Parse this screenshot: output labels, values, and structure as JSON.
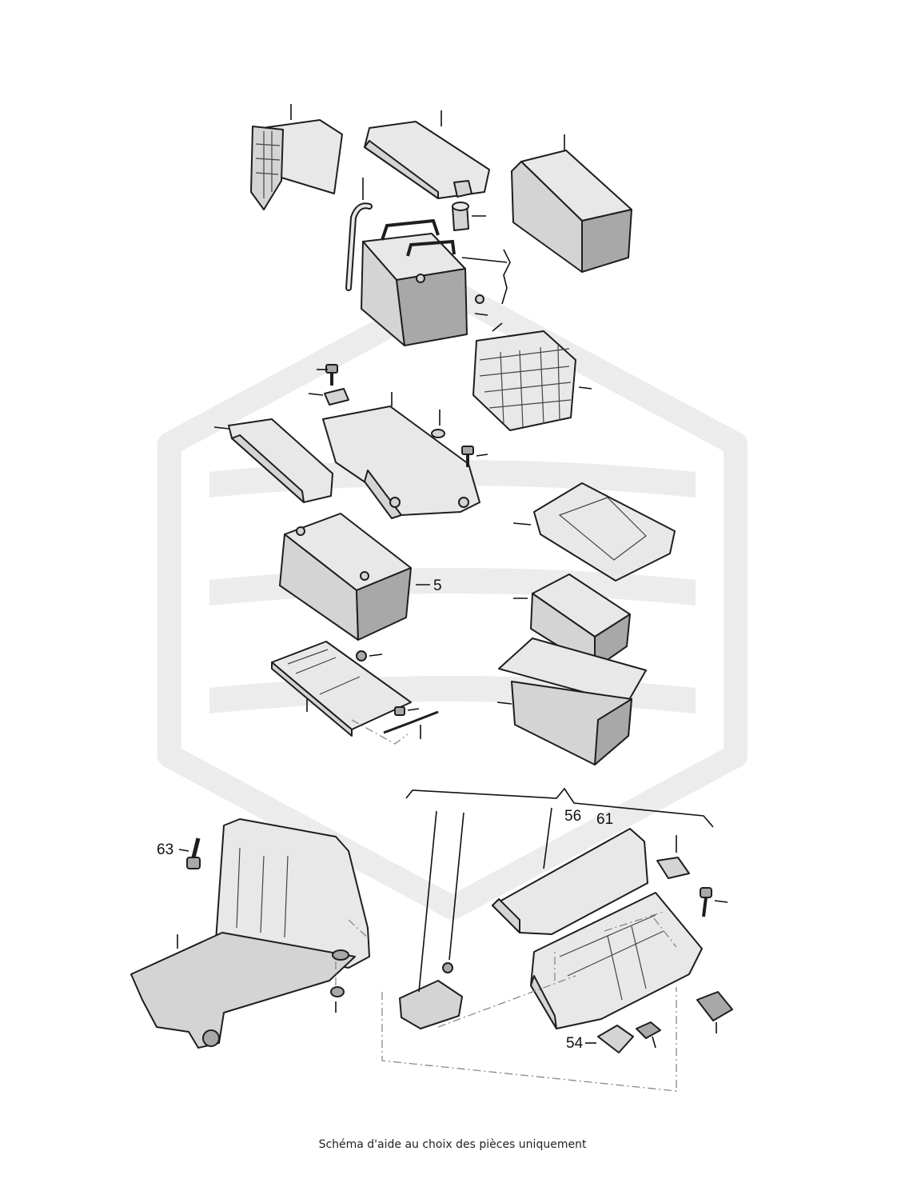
{
  "caption": "Schéma d'aide au choix des pièces uniquement",
  "part_numbers": {
    "p5": "5",
    "p56": "56",
    "p61": "61",
    "p63": "63",
    "p54": "54"
  }
}
